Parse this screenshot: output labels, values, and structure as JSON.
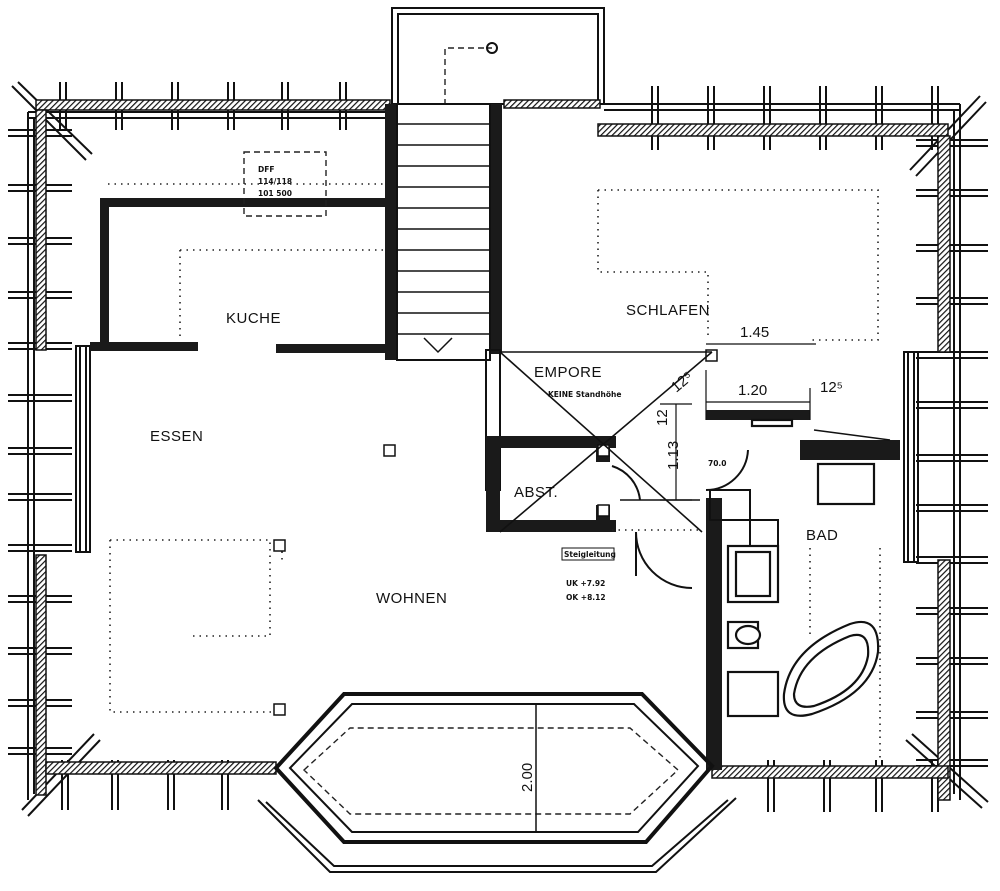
{
  "rooms": {
    "kueche": "KUCHE",
    "essen": "ESSEN",
    "wohnen": "WOHNEN",
    "schlafen": "SCHLAFEN",
    "empore": "EMPORE",
    "abst": "ABST.",
    "bad": "BAD"
  },
  "notes": {
    "empore_sub": "KEINE Standhöhe",
    "schornstein_1": "DFF",
    "schornstein_2": "114/118",
    "schornstein_3": "101 500",
    "steigleitung": "Steigleitung",
    "uk": "UK +7.92",
    "ok": "OK +8.12",
    "bad_wall": "70.0"
  },
  "dimensions": {
    "d145": "1.45",
    "d120": "1.20",
    "d125a": "12⁵",
    "d125b": "12⁵",
    "d12": "12",
    "d113": "1.13",
    "d200": "2.00"
  }
}
